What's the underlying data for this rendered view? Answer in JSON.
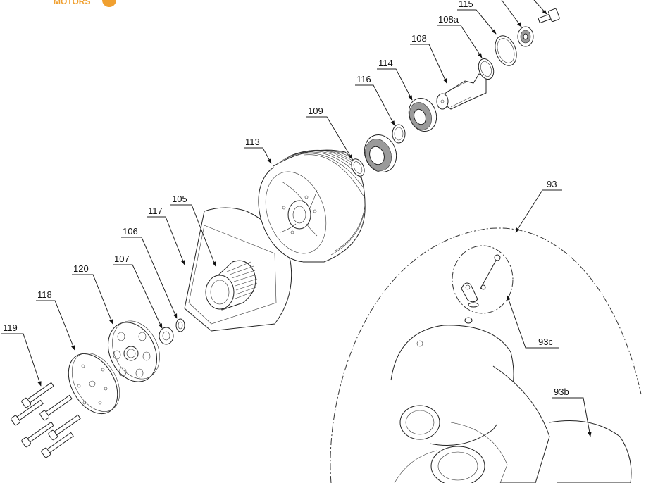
{
  "brand": {
    "text": "MOTORS",
    "accent_color": "#f0a030"
  },
  "callouts": {
    "c119": "119",
    "c118": "118",
    "c120": "120",
    "c107": "107",
    "c106": "106",
    "c117": "117",
    "c105": "105",
    "c113": "113",
    "c109": "109",
    "c116": "116",
    "c114": "114",
    "c108": "108",
    "c108a": "108a",
    "c115": "115",
    "c93": "93",
    "c93c": "93c",
    "c93b": "93b"
  }
}
